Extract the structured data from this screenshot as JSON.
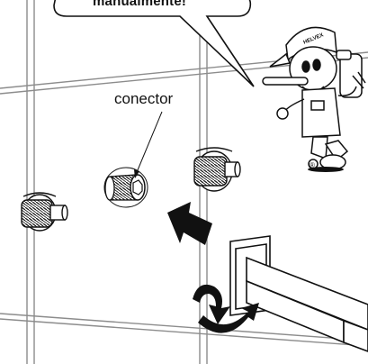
{
  "speech_bubble": {
    "text": "manualmente!"
  },
  "callout": {
    "label": "conector"
  },
  "mascot": {
    "cap_text": "HELVEX",
    "mark": "®"
  },
  "colors": {
    "ink": "#111111",
    "grout": "#8c8c8c",
    "background": "#ffffff"
  }
}
